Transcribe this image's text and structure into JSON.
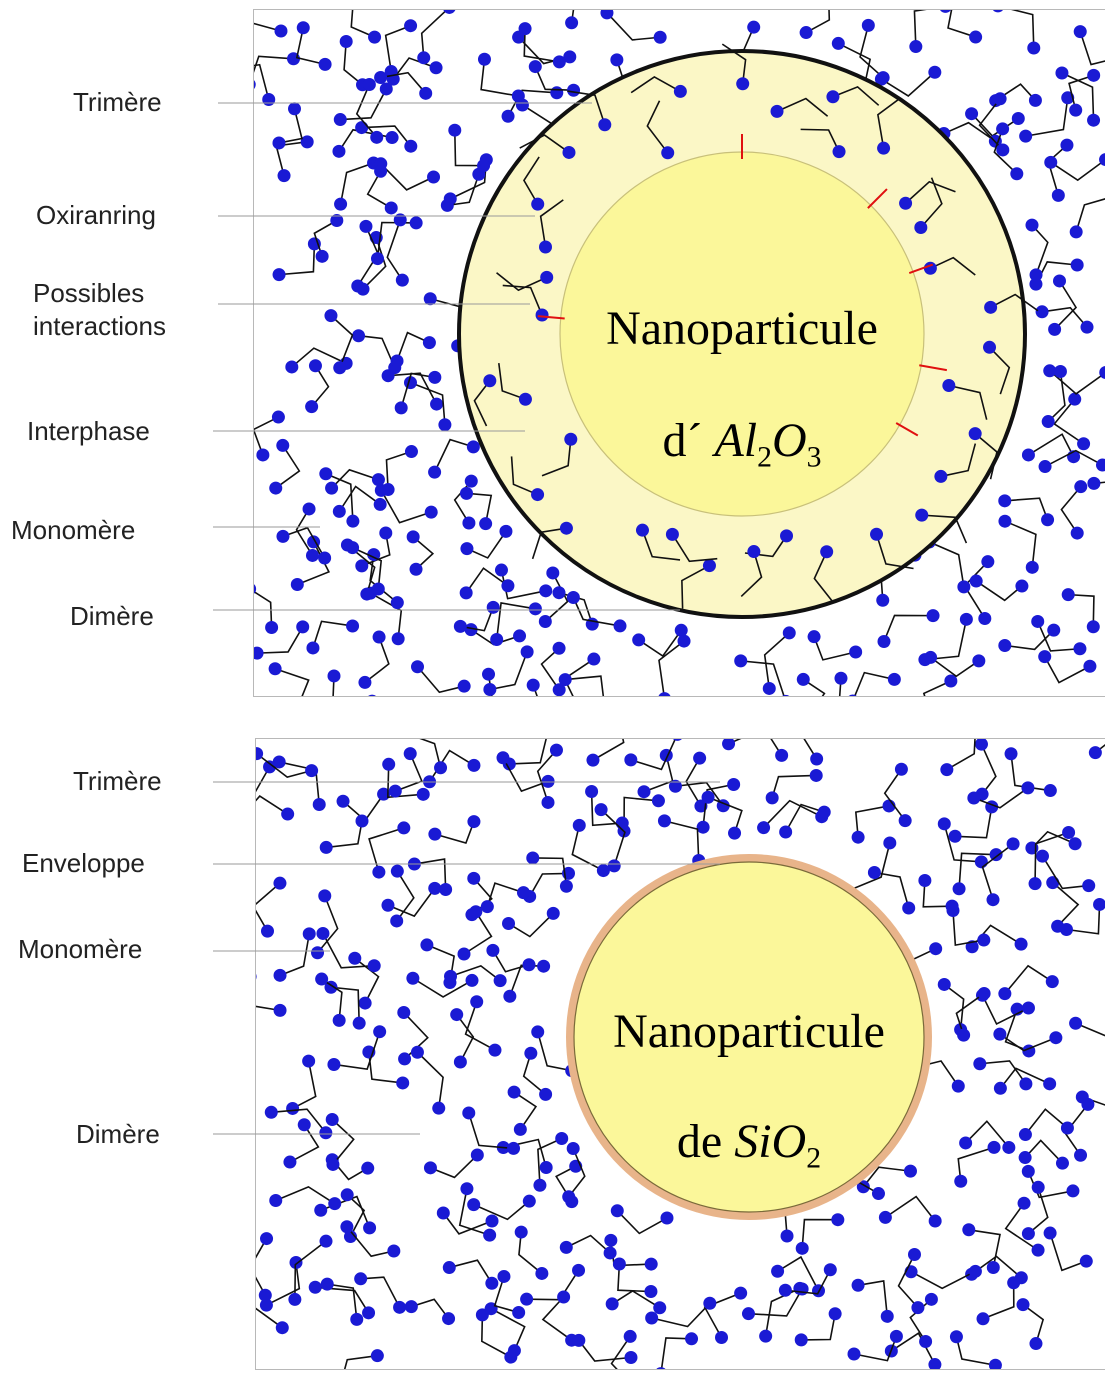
{
  "panels": [
    {
      "id": "alumina",
      "labels": [
        "Trimère",
        "Oxiranring",
        "Possibles interactions",
        "Interphase",
        "Monomère",
        "Dimère"
      ],
      "particle": {
        "line1": "Nanoparticule",
        "line2_prefix": "d´",
        "formula": [
          {
            "text": "Al",
            "italic": true
          },
          {
            "text": "2",
            "sub": true
          },
          {
            "text": "O",
            "italic": true
          },
          {
            "text": "3",
            "sub": true
          }
        ]
      },
      "has_interphase": true
    },
    {
      "id": "silica",
      "labels": [
        "Trimère",
        "Enveloppe",
        "Monomère",
        "Dimère"
      ],
      "particle": {
        "line1": "Nanoparticule",
        "line2_prefix": "de",
        "formula": [
          {
            "text": "Si",
            "italic": true
          },
          {
            "text": "O",
            "italic": true
          },
          {
            "text": "2",
            "sub": true
          }
        ]
      },
      "has_interphase": false
    }
  ],
  "colors": {
    "atom": "#1a1ad4",
    "bond": "#111111",
    "core": "#fbf79a",
    "interphase": "#fbf7c6",
    "shell_ring": "#e8b48a",
    "interaction_arrow": "#e01010",
    "leader_line": "#9a9a9a"
  }
}
